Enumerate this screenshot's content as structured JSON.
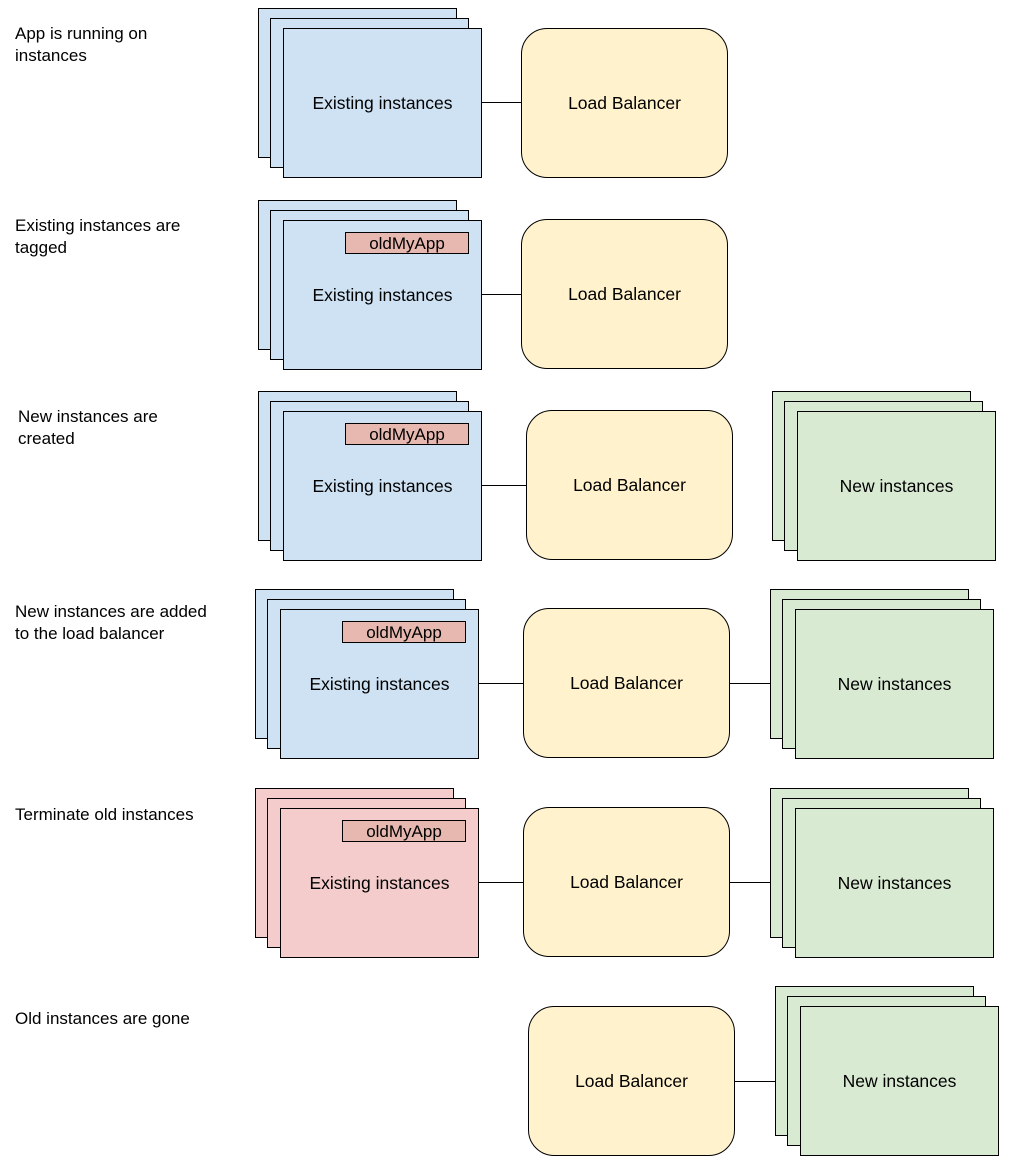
{
  "labels": {
    "existing_instances": "Existing instances",
    "new_instances": "New instances",
    "load_balancer": "Load Balancer",
    "tag": "oldMyApp"
  },
  "steps": [
    {
      "caption": "App is running on\ninstances"
    },
    {
      "caption": "Existing instances are\ntagged"
    },
    {
      "caption": "New instances are\ncreated"
    },
    {
      "caption": "New instances are added\nto the load balancer"
    },
    {
      "caption": "Terminate old instances"
    },
    {
      "caption": "Old instances are gone"
    }
  ],
  "colors": {
    "existing": "#cfe2f3",
    "terminating": "#f4cccc",
    "new": "#d9ead3",
    "load_balancer": "#fff2cc",
    "tag": "#e6b8af"
  }
}
